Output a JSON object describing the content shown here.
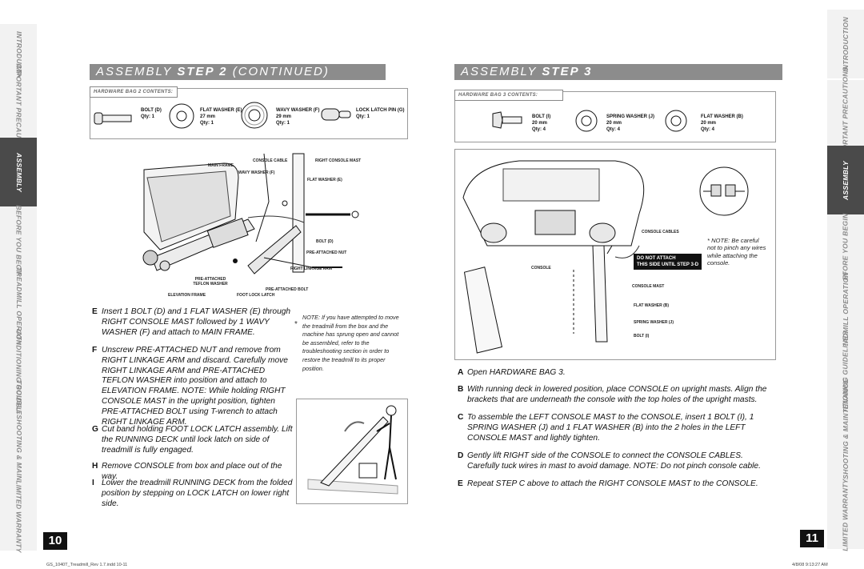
{
  "tabs": [
    "INTRODUCTION",
    "IMPORTANT PRECAUTIONS",
    "ASSEMBLY",
    "BEFORE YOU BEGIN",
    "TREADMILL OPERATION",
    "CONDITIONING GUIDELINES",
    "TROUBLESHOOTING & MAINTENANCE",
    "LIMITED WARRANTY"
  ],
  "left_page": {
    "header_a": "ASSEMBLY ",
    "header_b": "STEP 2",
    "header_c": " (CONTINUED)",
    "bag_label": "HARDWARE BAG 2 CONTENTS:",
    "hardware": [
      {
        "name": "BOLT (D)",
        "qty": "Qty: 1",
        "size": ""
      },
      {
        "name": "FLAT WASHER (E)",
        "size": "27 mm",
        "qty": "Qty: 1"
      },
      {
        "name": "WAVY WASHER (F)",
        "size": "29 mm",
        "qty": "Qty: 1"
      },
      {
        "name": "LOCK LATCH PIN (G)",
        "qty": "Qty: 1",
        "size": ""
      }
    ],
    "callouts": {
      "main_frame": "MAIN FRAME",
      "console_cable": "CONSOLE CABLE",
      "right_console_mast": "RIGHT CONSOLE MAST",
      "wavy_washer": "WAVY WASHER (F)",
      "flat_washer": "FLAT WASHER (E)",
      "bolt": "BOLT (D)",
      "pre_attached_nut": "PRE-ATTACHED NUT",
      "right_linkage_arm": "RIGHT LINKAGE ARM",
      "pre_attached_teflon": "PRE-ATTACHED TEFLON WASHER",
      "pre_attached_bolt": "PRE-ATTACHED BOLT",
      "elevation_frame": "ELEVATION FRAME",
      "foot_lock_latch": "FOOT LOCK LATCH"
    },
    "steps": [
      {
        "letter": "E",
        "text": "Insert 1 BOLT (D) and 1 FLAT WASHER (E) through RIGHT CONSOLE MAST followed by 1 WAVY WASHER (F) and attach to MAIN FRAME."
      },
      {
        "letter": "F",
        "text": "Unscrew PRE-ATTACHED NUT and remove from RIGHT LINKAGE ARM and discard. Carefully move RIGHT LINKAGE ARM and PRE-ATTACHED TEFLON WASHER into position and attach to ELEVATION FRAME. NOTE: While holding RIGHT CONSOLE MAST in the upright position, tighten PRE-ATTACHED BOLT using T-wrench to attach RIGHT LINKAGE ARM."
      },
      {
        "letter": "G",
        "text": "Cut band holding FOOT LOCK LATCH assembly. Lift the RUNNING DECK until lock latch on side of treadmill is fully engaged."
      },
      {
        "letter": "H",
        "text": "Remove CONSOLE from box and place out of the way."
      },
      {
        "letter": "I",
        "text": "Lower the treadmill RUNNING DECK from the folded position by stepping on LOCK LATCH on lower right side."
      }
    ],
    "note": "NOTE: If you have attempted to move the treadmill from the box and the machine has sprung open and cannot be assembled, refer to the troubleshooting section in order to restore the treadmill to its proper position.",
    "note_star": "*",
    "page_number": "10",
    "footer_file": "GS_1040T_Treadmill_Rev 1.7.indd   10-11"
  },
  "right_page": {
    "header_a": "ASSEMBLY ",
    "header_b": "STEP 3",
    "bag_label": "HARDWARE BAG 3 CONTENTS:",
    "hardware": [
      {
        "name": "BOLT (I)",
        "size": "20 mm",
        "qty": "Qty: 4"
      },
      {
        "name": "SPRING WASHER (J)",
        "size": "20 mm",
        "qty": "Qty: 4"
      },
      {
        "name": "FLAT WASHER (B)",
        "size": "20 mm",
        "qty": "Qty: 4"
      }
    ],
    "callouts": {
      "console_cables": "CONSOLE CABLES",
      "console": "CONSOLE",
      "console_mast": "CONSOLE MAST",
      "flat_washer": "FLAT WASHER (B)",
      "spring_washer": "SPRING WASHER (J)",
      "bolt": "BOLT (I)",
      "do_not_attach": "DO NOT ATTACH",
      "this_side": "THIS SIDE UNTIL STEP 3-D"
    },
    "side_note": "* NOTE: Be careful not to pinch any wires while attaching the console.",
    "steps": [
      {
        "letter": "A",
        "text": "Open HARDWARE BAG 3."
      },
      {
        "letter": "B",
        "text": "With running deck in lowered position, place CONSOLE on upright masts. Align the brackets that are underneath the console with the top holes of the upright masts."
      },
      {
        "letter": "C",
        "text": "To assemble the LEFT CONSOLE MAST to the CONSOLE, insert 1 BOLT (I), 1 SPRING WASHER (J) and 1 FLAT WASHER (B) into the 2 holes in the LEFT CONSOLE MAST and lightly tighten."
      },
      {
        "letter": "D",
        "text": "Gently lift RIGHT side of the CONSOLE to connect the CONSOLE CABLES. Carefully tuck wires in mast to avoid damage. NOTE: Do not pinch console cable."
      },
      {
        "letter": "E",
        "text": "Repeat STEP C above to attach the RIGHT CONSOLE MAST to the CONSOLE."
      }
    ],
    "page_number": "11",
    "footer_date": "4/8/08   9:13:27 AM"
  }
}
